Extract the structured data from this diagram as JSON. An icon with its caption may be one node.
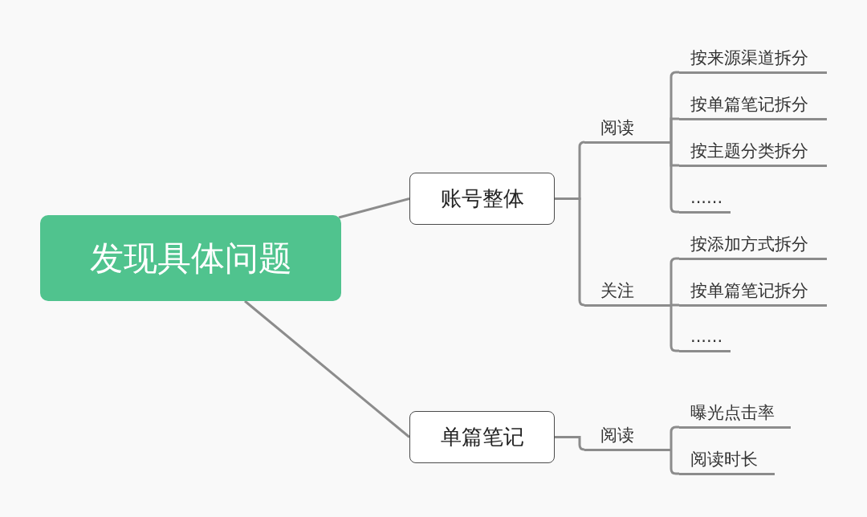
{
  "diagram": {
    "nodes": [
      {
        "text": [
          "发现具体问题"
        ]
      },
      {
        "text": [
          "账号整体"
        ]
      },
      {
        "text": [
          "单篇笔记"
        ]
      },
      {
        "text": [
          "阅读"
        ]
      },
      {
        "text": [
          "关注"
        ]
      },
      {
        "text": [
          "按来源渠道拆分"
        ]
      },
      {
        "text": [
          "按单篇笔记拆分"
        ]
      },
      {
        "text": [
          "按主题分类拆分"
        ]
      },
      {
        "text": [
          "......"
        ]
      },
      {
        "text": [
          "按添加方式拆分"
        ]
      },
      {
        "text": [
          "按单篇笔记拆分"
        ]
      },
      {
        "text": [
          "......"
        ]
      },
      {
        "text": [
          "阅读"
        ]
      },
      {
        "text": [
          "曝光点击率"
        ]
      },
      {
        "text": [
          "阅读时长"
        ]
      }
    ],
    "edges": [
      {
        "from": 0,
        "to": 1,
        "arrow": "none"
      },
      {
        "from": 0,
        "to": 2,
        "arrow": "none"
      },
      {
        "from": 1,
        "to": 3,
        "arrow": "none"
      },
      {
        "from": 1,
        "to": 4,
        "arrow": "none"
      },
      {
        "from": 3,
        "to": 5,
        "arrow": "none"
      },
      {
        "from": 3,
        "to": 6,
        "arrow": "none"
      },
      {
        "from": 3,
        "to": 7,
        "arrow": "none"
      },
      {
        "from": 3,
        "to": 8,
        "arrow": "none"
      },
      {
        "from": 4,
        "to": 9,
        "arrow": "none"
      },
      {
        "from": 4,
        "to": 10,
        "arrow": "none"
      },
      {
        "from": 4,
        "to": 11,
        "arrow": "none"
      },
      {
        "from": 2,
        "to": 12,
        "arrow": "none"
      },
      {
        "from": 12,
        "to": 13,
        "arrow": "none"
      },
      {
        "from": 12,
        "to": 14,
        "arrow": "none"
      }
    ]
  }
}
